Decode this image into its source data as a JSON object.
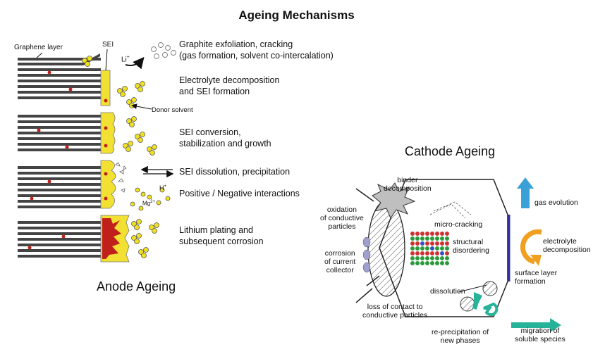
{
  "title": "Ageing Mechanisms",
  "anode": {
    "caption": "Anode Ageing",
    "labels": {
      "graphene_layer": "Graphene layer",
      "sei": "SEI",
      "li_ion": "Li",
      "li_sup": "+",
      "donor_solvent": "Donor solvent",
      "h_ion": "H",
      "h_sup": "+",
      "mg_ion": "Mg",
      "mg_sup": "2+"
    },
    "mechanisms": [
      {
        "line1": "Graphite exfoliation, cracking",
        "line2": "(gas formation, solvent co-intercalation)"
      },
      {
        "line1": "Electrolyte decomposition",
        "line2": "and SEI formation"
      },
      {
        "line1": "SEI conversion,",
        "line2": "stabilization and growth"
      },
      {
        "line1": "SEI dissolution, precipitation",
        "line2": ""
      },
      {
        "line1": "Positive / Negative interactions",
        "line2": ""
      },
      {
        "line1": "Lithium plating and",
        "line2": "subsequent corrosion"
      }
    ]
  },
  "cathode": {
    "caption": "Cathode Ageing",
    "labels": {
      "binder": [
        "binder",
        "decomposition"
      ],
      "oxidation": [
        "oxidation",
        "of conductive",
        "particles"
      ],
      "corrosion": [
        "corrosion",
        "of current",
        "collector"
      ],
      "micro_cracking": "micro-cracking",
      "structural": [
        "structural",
        "disordering"
      ],
      "dissolution": "dissolution",
      "loss_contact": [
        "loss of contact to",
        "conductive particles"
      ],
      "reprecip": [
        "re-precipitation of",
        "new phases"
      ],
      "gas": "gas evolution",
      "electrolyte": [
        "electrolyte",
        "decomposition"
      ],
      "surface": [
        "surface layer",
        "formation"
      ],
      "migration": [
        "migration of",
        "soluble species"
      ]
    }
  },
  "colors": {
    "sei_yellow": "#f2e032",
    "particle_yellow": "#f0e020",
    "lithium_red": "#c0201b",
    "gas_arrow": "#3aa0d8",
    "electrolyte_arrow": "#f0a020",
    "teal_arrow": "#26b39a",
    "surface_layer": "#3333aa"
  }
}
